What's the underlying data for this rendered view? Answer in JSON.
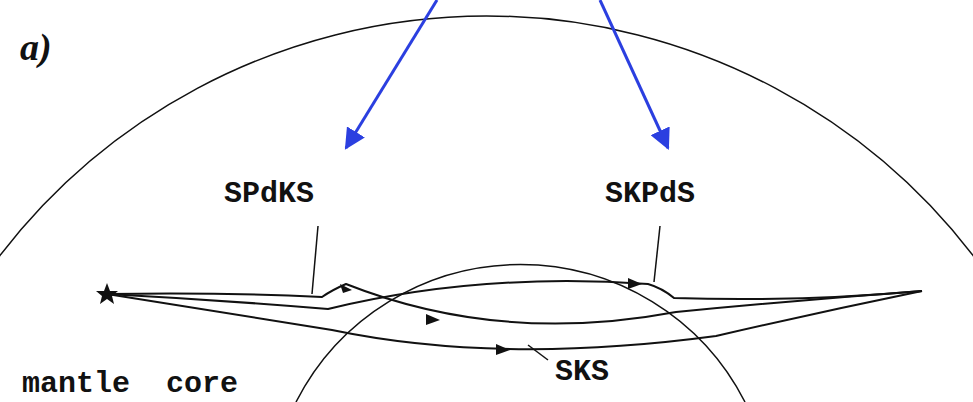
{
  "diagram": {
    "labels": [
      "a)",
      "SPdKS",
      "SKPdS",
      "mantle",
      "core",
      "SKS"
    ]
  }
}
